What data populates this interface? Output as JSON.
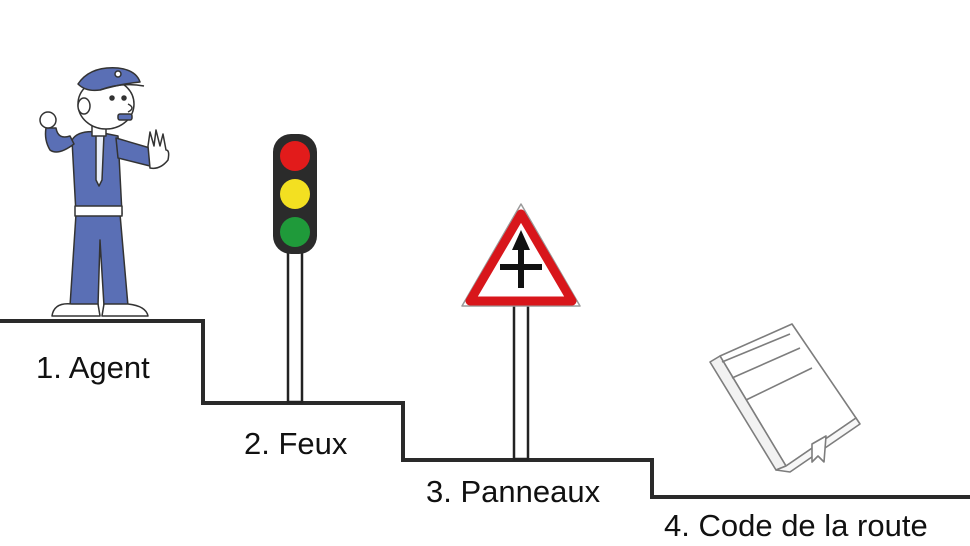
{
  "steps": [
    {
      "label": "1. Agent",
      "icon": "traffic-police-officer-icon"
    },
    {
      "label": "2. Feux",
      "icon": "traffic-light-icon"
    },
    {
      "label": "3. Panneaux",
      "icon": "priority-road-sign-icon"
    },
    {
      "label": "4. Code de la route",
      "icon": "book-icon"
    }
  ],
  "colors": {
    "stair_line": "#2a2a2a",
    "uniform_blue": "#5a6fb5",
    "light_red": "#e21b1b",
    "light_yellow": "#f3e021",
    "light_green": "#1f9a3a",
    "sign_red": "#d8161b"
  }
}
